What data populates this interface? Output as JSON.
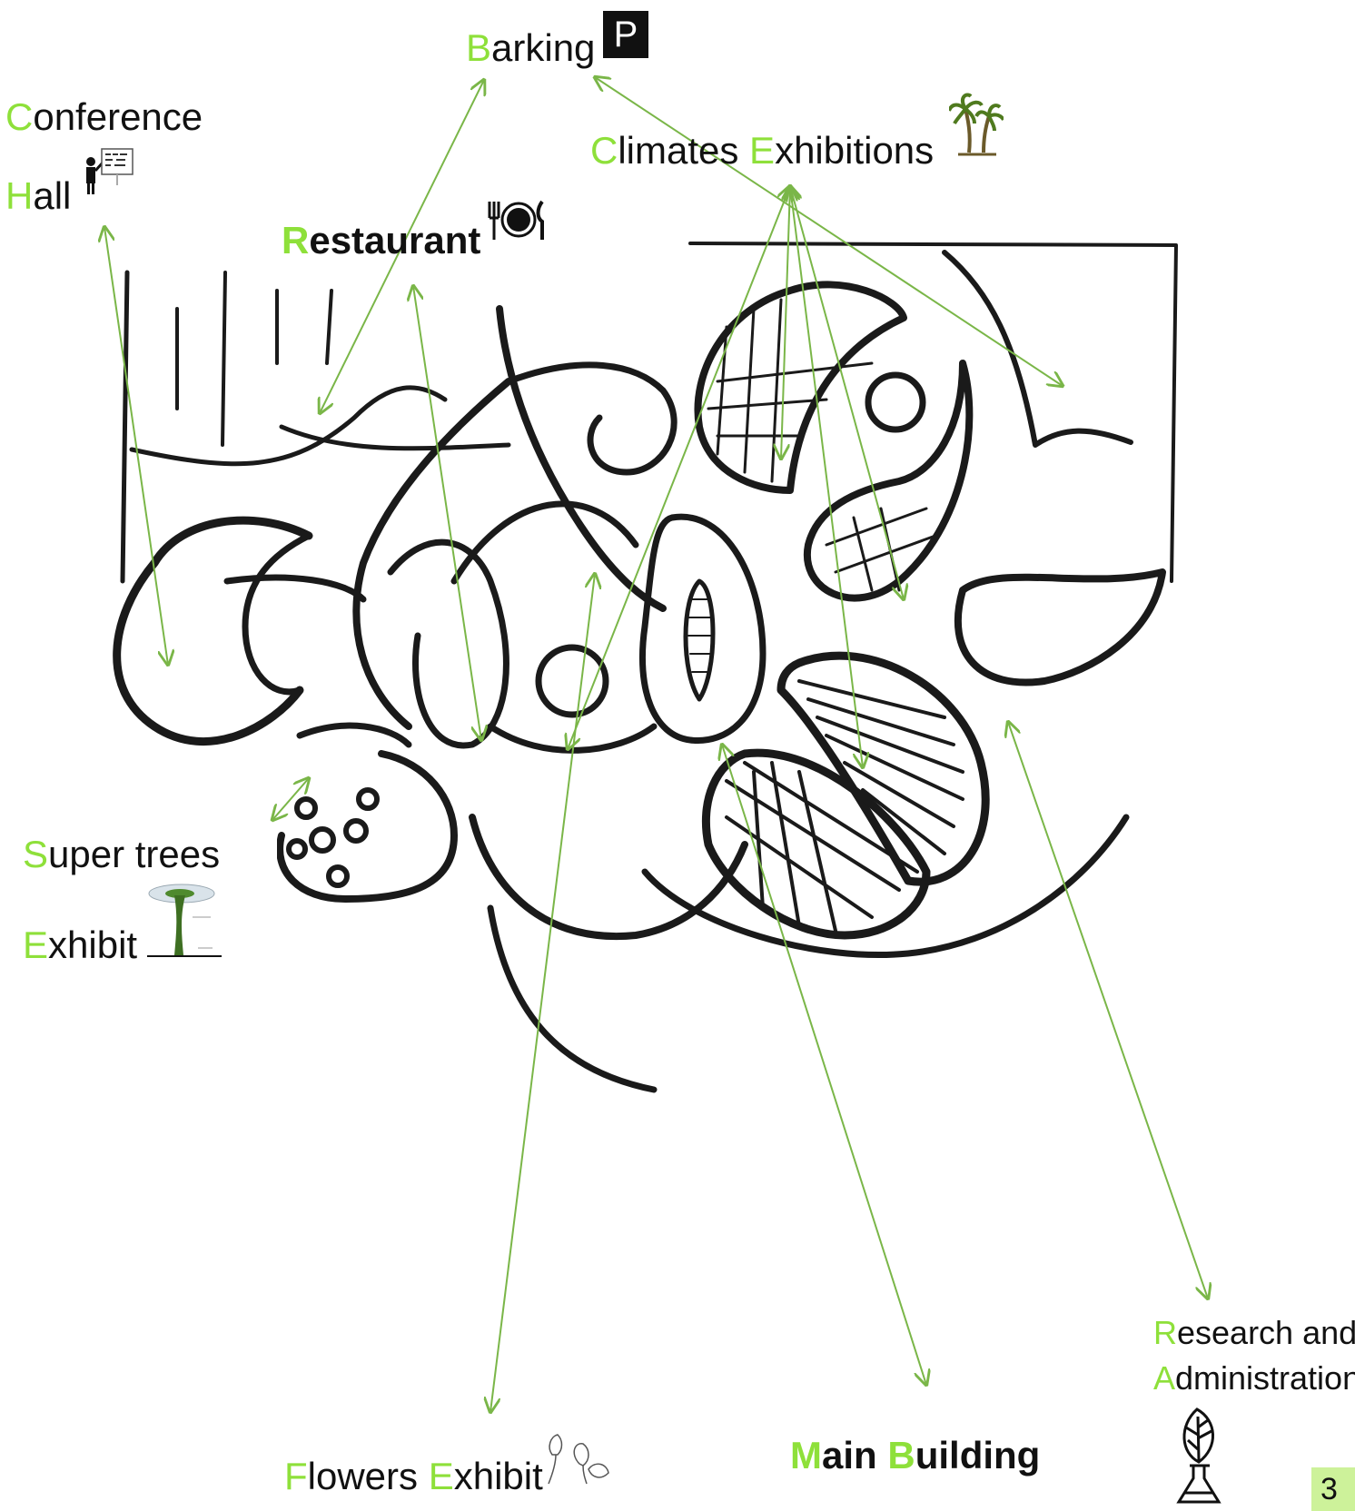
{
  "labels": {
    "barking": {
      "initial": "B",
      "rest": "arking"
    },
    "conference": {
      "initial": "C",
      "rest": "onference"
    },
    "hall": {
      "initial": "H",
      "rest": "all"
    },
    "restaurant": {
      "initial": "R",
      "rest": "estaurant"
    },
    "climates": {
      "initial1": "C",
      "rest1": "limates ",
      "initial2": "E",
      "rest2": "xhibitions"
    },
    "super_trees": {
      "initial": "S",
      "rest": "uper trees"
    },
    "exhibit": {
      "initial": "E",
      "rest": "xhibit"
    },
    "flowers": {
      "initial1": "F",
      "rest1": "lowers ",
      "initial2": "E",
      "rest2": "xhibit"
    },
    "main_building": {
      "initial1": "M",
      "rest1": "ain ",
      "initial2": "B",
      "rest2": "uilding"
    },
    "research": {
      "initial": "R",
      "rest": "esearch and"
    },
    "administration": {
      "initial": "A",
      "rest": "dministration"
    }
  },
  "parking_icon_letter": "P",
  "page_number": "3",
  "icons": [
    "parking-icon",
    "presenter-icon",
    "plate-cutlery-icon",
    "palm-trees-icon",
    "supertree-icon",
    "flowers-icon",
    "plant-flask-icon"
  ],
  "colors": {
    "accent": "#8ee03a",
    "arrow": "#7ab648",
    "ink": "#111111",
    "page_badge": "#cdf29a"
  }
}
